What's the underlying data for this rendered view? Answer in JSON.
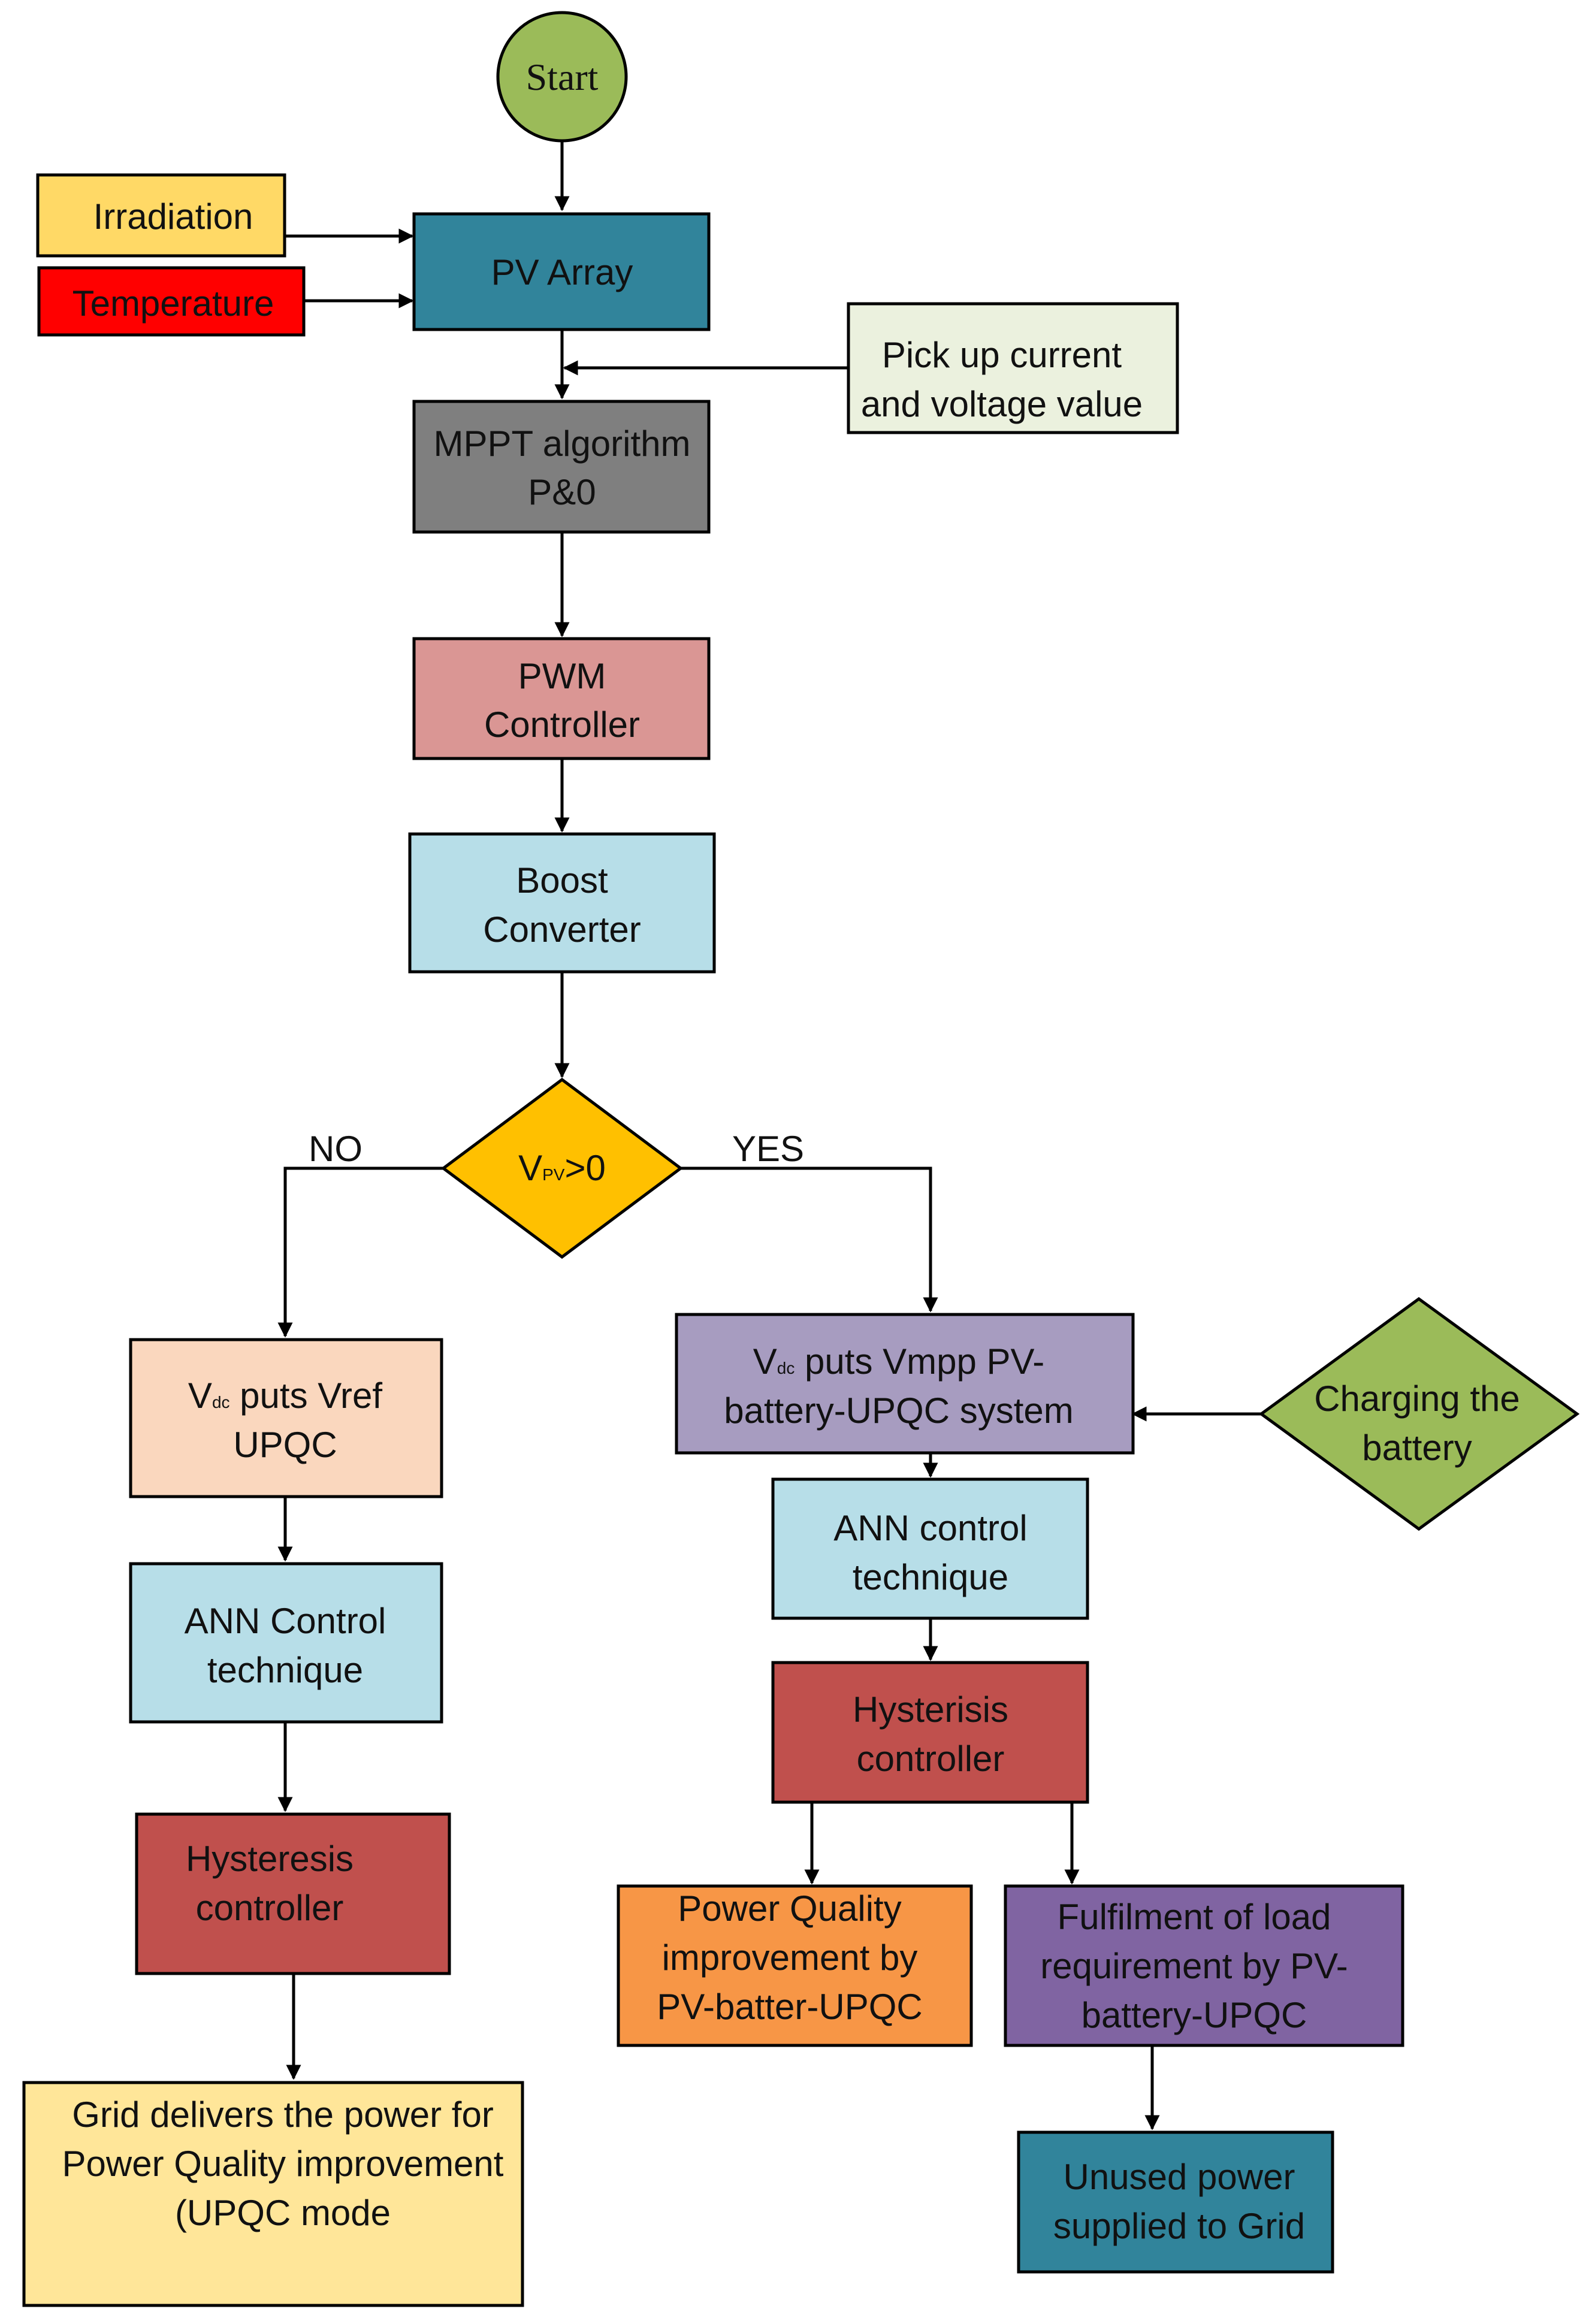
{
  "nodes": {
    "start": {
      "text": "Start",
      "color": "#9BBB59"
    },
    "irradiation": {
      "text": "Irradiation",
      "color": "#FFD966"
    },
    "temperature": {
      "text": "Temperature",
      "color": "#FF0000"
    },
    "pv_array": {
      "text": "PV Array",
      "color": "#31849B"
    },
    "pickup": {
      "line1": "Pick up current",
      "line2": "and voltage value",
      "color": "#EBF1DE"
    },
    "mppt": {
      "line1": "MPPT algorithm",
      "line2": "P&0",
      "color": "#7F7F7F"
    },
    "pwm": {
      "line1": "PWM",
      "line2": "Controller",
      "color": "#DA9694"
    },
    "boost": {
      "line1": "Boost",
      "line2": "Converter",
      "color": "#B7DEE8"
    },
    "decision": {
      "main": "V",
      "sub": "PV",
      "tail": ">0",
      "color": "#FFC000"
    },
    "left_vdc": {
      "main": "V",
      "sub": "dc",
      "tail": " puts Vref",
      "line2": "UPQC",
      "color": "#FAD7BE"
    },
    "left_ann": {
      "line1": "ANN Control",
      "line2": "technique",
      "color": "#B7DEE8"
    },
    "left_hyst": {
      "line1": "Hysteresis",
      "line2": "controller",
      "color": "#C0504D"
    },
    "grid_delivers": {
      "line1": "Grid delivers the power for",
      "line2": "Power Quality improvement",
      "line3": "(UPQC mode",
      "color": "#FFE699"
    },
    "right_vdc": {
      "main": "V",
      "sub": "dc",
      "tail": " puts Vmpp PV-",
      "line2": "battery-UPQC system",
      "color": "#A79CC0"
    },
    "charging": {
      "line1": "Charging the",
      "line2": "battery",
      "color": "#9BBB59"
    },
    "right_ann": {
      "line1": "ANN control",
      "line2": "technique",
      "color": "#B7DEE8"
    },
    "right_hyst": {
      "line1": "Hysterisis",
      "line2": "controller",
      "color": "#C0504D"
    },
    "pq_improve": {
      "line1": "Power Quality",
      "line2": "improvement by",
      "line3": "PV-batter-UPQC",
      "color": "#F79646"
    },
    "fulfilment": {
      "line1": "Fulfilment of load",
      "line2": "requirement by PV-",
      "line3": "battery-UPQC",
      "color": "#8064A2"
    },
    "unused": {
      "line1": "Unused power",
      "line2": "supplied to Grid",
      "color": "#31849B"
    }
  },
  "branches": {
    "no": "NO",
    "yes": "YES"
  }
}
